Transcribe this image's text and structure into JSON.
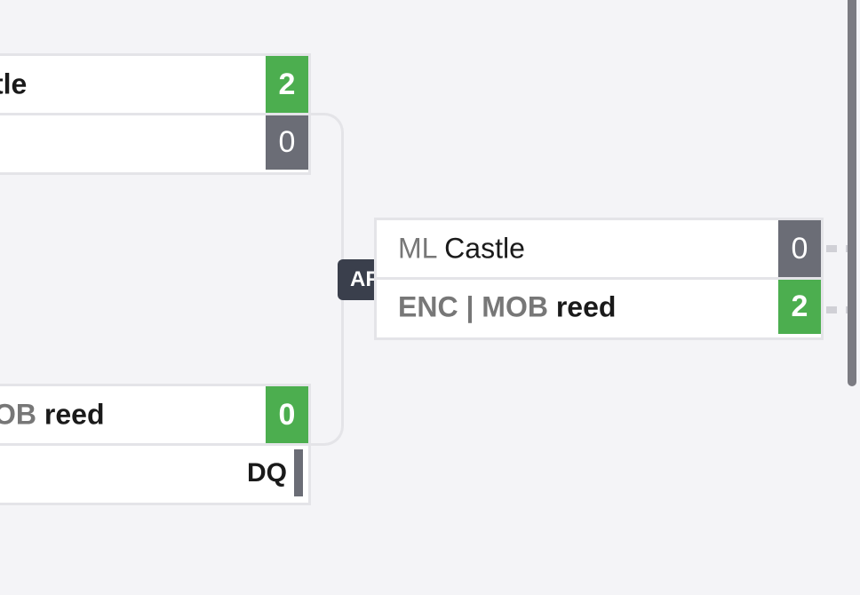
{
  "matches": {
    "top": {
      "p1": {
        "name_bold": "tle",
        "score": "2"
      },
      "p2": {
        "score": "0"
      }
    },
    "bottom": {
      "p1": {
        "tag": "OB",
        "name_bold": "reed",
        "score": "0"
      },
      "p2": {
        "status": "DQ"
      }
    },
    "next": {
      "badge": "AF",
      "p1": {
        "tag": "ML",
        "name": "Castle",
        "score": "0"
      },
      "p2": {
        "tag": "ENC | MOB",
        "name_bold": "reed",
        "score": "2"
      }
    }
  },
  "colors": {
    "win": "#4cae4f",
    "loss": "#6b6d76",
    "badge": "#3a3f4c",
    "border": "#e4e4e8"
  }
}
